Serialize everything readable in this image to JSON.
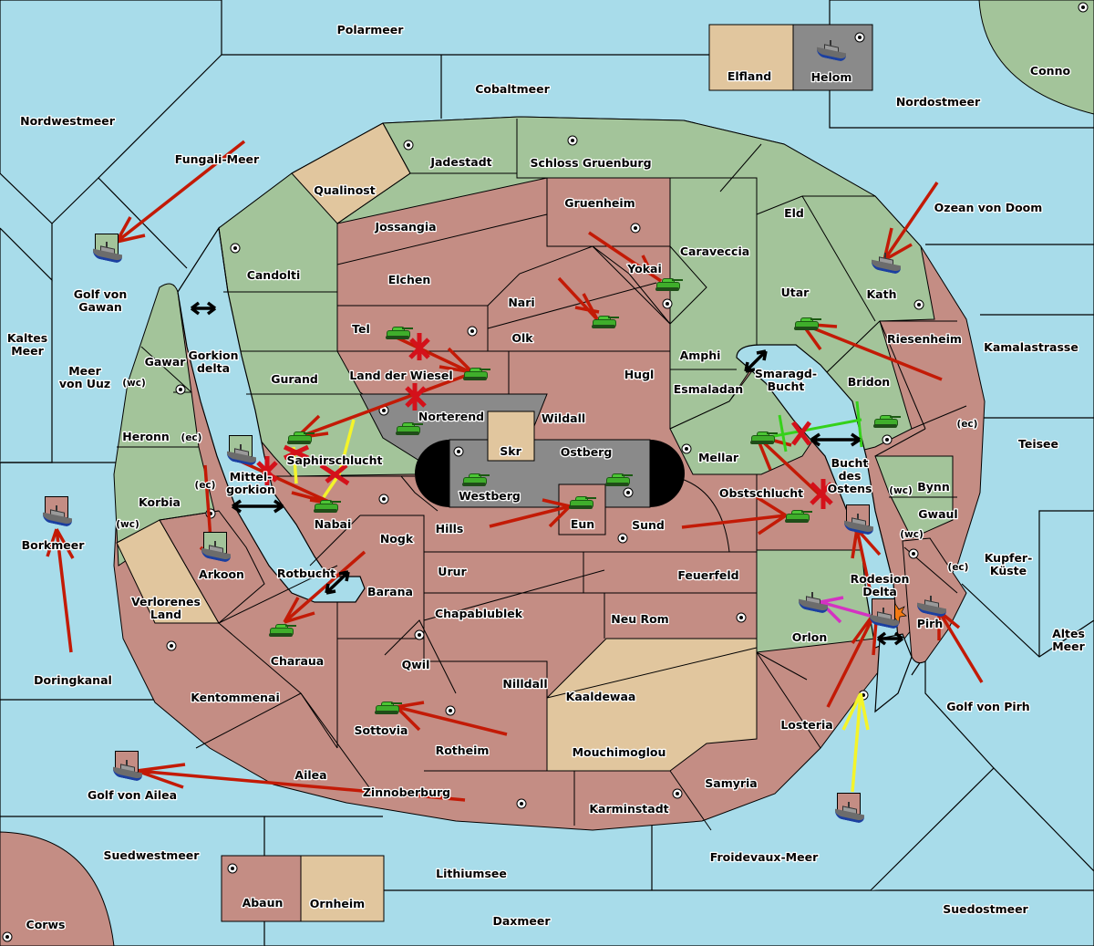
{
  "map": {
    "colors": {
      "sea": "#a8dcea",
      "player_green": "#a3c49a",
      "player_red": "#c48d84",
      "neutral_tan": "#e1c69e",
      "impassable_grey": "#8a8a8a",
      "move_order": "#c31a06",
      "support_order": "#f4f42a",
      "convoy_order_green": "#35d11a",
      "retreat_order": "#d432c2",
      "cut_marker": "#d4111a"
    },
    "seas": {
      "polarmeer": "Polarmeer",
      "cobaltmeer": "Cobaltmeer",
      "nordwestmeer": "Nordwestmeer",
      "fungali": "Fungali-Meer",
      "nordostmeer": "Nordostmeer",
      "ozean": "Ozean von Doom",
      "golf_gawan": "Golf von Gawan",
      "kaltes": "Kaltes Meer",
      "uuz": "Meer von Uuz",
      "gorkion_delta": "Gorkion delta",
      "mittelgorkion": "Mittel-gorkion",
      "borkmeer": "Borkmeer",
      "rotbucht": "Rotbucht",
      "doringkanal": "Doringkanal",
      "golf_ailea": "Golf von Ailea",
      "suedwestmeer": "Suedwestmeer",
      "lithiumsee": "Lithiumsee",
      "daxmeer": "Daxmeer",
      "froidevaux": "Froidevaux-Meer",
      "suedostmeer": "Suedostmeer",
      "golf_pirh": "Golf von Pirh",
      "altes": "Altes Meer",
      "kupfer": "Kupfer-Küste",
      "teisee": "Teisee",
      "kamala": "Kamalastrasse",
      "smaragd": "Smaragd-Bucht",
      "bucht_ostens": "Bucht des Ostens",
      "rodesion": "Rodesion Delta"
    },
    "territories": {
      "elfland": "Elfland",
      "helom": "Helom",
      "conno": "Conno",
      "qualinost": "Qualinost",
      "jadestadt": "Jadestadt",
      "schloss": "Schloss Gruenburg",
      "gruenheim": "Gruenheim",
      "jossangia": "Jossangia",
      "candolti": "Candolti",
      "elchen": "Elchen",
      "eld": "Eld",
      "caraveccia": "Caraveccia",
      "yokai": "Yokai",
      "nari": "Nari",
      "tel": "Tel",
      "olk": "Olk",
      "utar": "Utar",
      "kath": "Kath",
      "riesenheim": "Riesenheim",
      "amphi": "Amphi",
      "land_wiesel": "Land der Wiesel",
      "hugl": "Hugl",
      "gurand": "Gurand",
      "gawar": "Gawar",
      "heronn": "Heronn",
      "korbia": "Korbia",
      "esmaladan": "Esmaladan",
      "bridon": "Bridon",
      "norterend": "Norterend",
      "wildall": "Wildall",
      "skr": "Skr",
      "ostberg": "Ostberg",
      "westberg": "Westberg",
      "mellar": "Mellar",
      "saphirschlucht": "Saphirschlucht",
      "nabai": "Nabai",
      "eun": "Eun",
      "hills": "Hills",
      "sund": "Sund",
      "obstschlucht": "Obstschlucht",
      "bynn": "Bynn",
      "gwaul": "Gwaul",
      "nogk": "Nogk",
      "arkoon": "Arkoon",
      "verlorenes": "Verlorenes Land",
      "barana": "Barana",
      "urur": "Urur",
      "feuerfeld": "Feuerfeld",
      "chapablublek": "Chapablublek",
      "neu_rom": "Neu Rom",
      "qwil": "Qwil",
      "nilldall": "Nilldall",
      "charaua": "Charaua",
      "kentommenai": "Kentommenai",
      "kaaldewaa": "Kaaldewaa",
      "sottovia": "Sottovia",
      "rotheim": "Rotheim",
      "mouchimoglou": "Mouchimoglou",
      "losteria": "Losteria",
      "orlon": "Orlon",
      "pirh": "Pirh",
      "samyria": "Samyria",
      "ailea": "Ailea",
      "zinnoberburg": "Zinnoberburg",
      "karminstadt": "Karminstadt",
      "abaun": "Abaun",
      "ornheim": "Ornheim",
      "corws": "Corws"
    },
    "coast_tags": {
      "wc": "(wc)",
      "ec": "(ec)"
    },
    "unit_types": {
      "army": "army-tank-icon",
      "fleet": "fleet-ship-icon"
    },
    "units": [
      {
        "type": "fleet",
        "location": "Helom",
        "owner": "grey"
      },
      {
        "type": "fleet",
        "location": "Golf von Gawan",
        "owner": "green"
      },
      {
        "type": "fleet",
        "location": "Kath",
        "owner": "green"
      },
      {
        "type": "army",
        "location": "Yokai",
        "owner": "green"
      },
      {
        "type": "army",
        "location": "Olk",
        "owner": "green"
      },
      {
        "type": "army",
        "location": "Tel",
        "owner": "green"
      },
      {
        "type": "army",
        "location": "Land der Wiesel",
        "owner": "green"
      },
      {
        "type": "army",
        "location": "Norterend",
        "owner": "green"
      },
      {
        "type": "army",
        "location": "Utar",
        "owner": "green"
      },
      {
        "type": "army",
        "location": "Bridon",
        "owner": "green"
      },
      {
        "type": "army",
        "location": "Mellar",
        "owner": "green"
      },
      {
        "type": "army",
        "location": "Saphirschlucht",
        "owner": "green"
      },
      {
        "type": "army",
        "location": "Nabai",
        "owner": "green"
      },
      {
        "type": "army",
        "location": "Westberg",
        "owner": "green"
      },
      {
        "type": "army",
        "location": "Ostberg",
        "owner": "green"
      },
      {
        "type": "army",
        "location": "Eun",
        "owner": "green"
      },
      {
        "type": "army",
        "location": "Obstschlucht",
        "owner": "green"
      },
      {
        "type": "army",
        "location": "Charaua",
        "owner": "green"
      },
      {
        "type": "army",
        "location": "Sottovia",
        "owner": "green"
      },
      {
        "type": "fleet",
        "location": "Mittelgorkion",
        "owner": "green"
      },
      {
        "type": "fleet",
        "location": "Arkoon",
        "owner": "green"
      },
      {
        "type": "fleet",
        "location": "Borkmeer",
        "owner": "red"
      },
      {
        "type": "fleet",
        "location": "Golf von Ailea",
        "owner": "red"
      },
      {
        "type": "fleet",
        "location": "Bucht des Ostens",
        "owner": "red"
      },
      {
        "type": "fleet",
        "location": "Rodesion Delta",
        "owner": "red",
        "dislodged": true
      },
      {
        "type": "fleet",
        "location": "Orlon",
        "owner": "red",
        "retreat": true
      },
      {
        "type": "fleet",
        "location": "Pirh",
        "owner": "red"
      },
      {
        "type": "fleet",
        "location": "Froidevaux-Meer",
        "owner": "red"
      }
    ]
  }
}
